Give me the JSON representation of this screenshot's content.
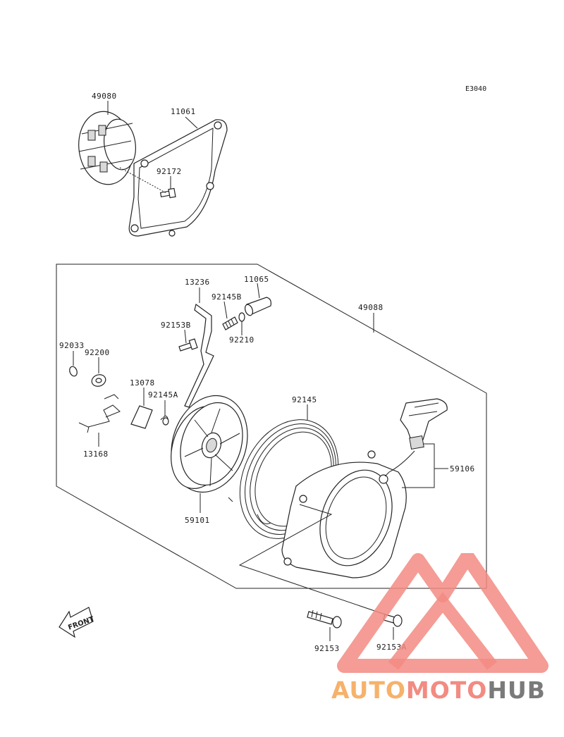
{
  "diagram_code": "E3040",
  "front_label": "FRONT",
  "parts": {
    "p49080": "49080",
    "p11061": "11061",
    "p92172": "92172",
    "p13236": "13236",
    "p11065": "11065",
    "p92145B": "92145B",
    "p49088": "49088",
    "p92153B": "92153B",
    "p92210": "92210",
    "p92033": "92033",
    "p92200": "92200",
    "p13078": "13078",
    "p92145A": "92145A",
    "p92145": "92145",
    "p13168": "13168",
    "p59106": "59106",
    "p59101": "59101",
    "p92153": "92153",
    "p92153A": "92153A"
  },
  "watermark": {
    "part1": "AUTO",
    "part2": "MOTO",
    "part3": "HUB",
    "colors": {
      "orange": "#f6b26b",
      "red": "#f28b82",
      "gray": "#7a7a7a"
    }
  }
}
